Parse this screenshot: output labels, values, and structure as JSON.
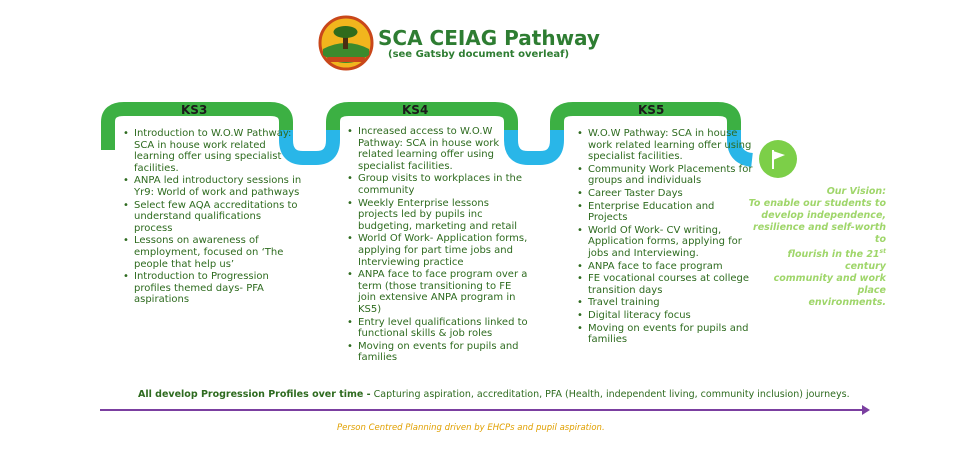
{
  "header": {
    "title": "SCA CEIAG Pathway",
    "subtitle": "(see Gatsby document overleaf)"
  },
  "colors": {
    "green": "#3cb043",
    "blue": "#29b6e8",
    "text": "#2e6b1f",
    "vision": "#9fd66a",
    "arrow": "#7b3fa0",
    "footer_note": "#e0a000"
  },
  "stages": [
    {
      "label": "KS3",
      "items": [
        "Introduction to W.O.W Pathway: SCA in house work related learning offer using specialist facilities.",
        "ANPA led introductory sessions in Yr9: World of work and pathways",
        "Select few AQA accreditations to understand qualifications process",
        "Lessons on awareness of employment, focused on ‘The people that help us’",
        "Introduction to Progression profiles themed days- PFA aspirations"
      ]
    },
    {
      "label": "KS4",
      "items": [
        "Increased access to W.O.W Pathway: SCA in house work related learning offer using specialist facilities.",
        "Group visits to workplaces in the community",
        "Weekly Enterprise lessons projects led by pupils inc budgeting, marketing and retail",
        "World Of Work- Application forms, applying for part time jobs and Interviewing practice",
        "ANPA face to face program over a term (those transitioning to FE join extensive ANPA program in KS5)",
        "Entry level qualifications linked to functional skills & job roles",
        "Moving on events for pupils and families"
      ]
    },
    {
      "label": "KS5",
      "items": [
        "W.O.W Pathway: SCA in house work related learning offer using specialist facilities.",
        "Community Work Placements for groups and individuals",
        "Career Taster Days",
        "Enterprise Education and Projects",
        "World Of Work- CV writing, Application forms, applying for jobs and Interviewing.",
        "ANPA face to face program",
        "FE vocational courses at college transition days",
        "Travel training",
        "Digital literacy focus",
        "Moving on events for pupils and families"
      ]
    }
  ],
  "vision": {
    "heading": "Our Vision:",
    "line1": "To enable our students to",
    "line2": "develop independence,",
    "line3": "resilience and self-worth to",
    "line4a": "flourish in the 21",
    "line4sup": "st",
    "line4b": " century",
    "line5": "community and work place",
    "line6": "environments."
  },
  "footer": {
    "bold": "All develop Progression Profiles over time -",
    "rest": " Capturing aspiration, accreditation, PFA (Health, independent living, community inclusion) journeys.",
    "note": "Person Centred Planning driven by EHCPs and pupil aspiration."
  },
  "icons": {
    "logo": "school-crest-logo",
    "goal": "flag-icon"
  }
}
